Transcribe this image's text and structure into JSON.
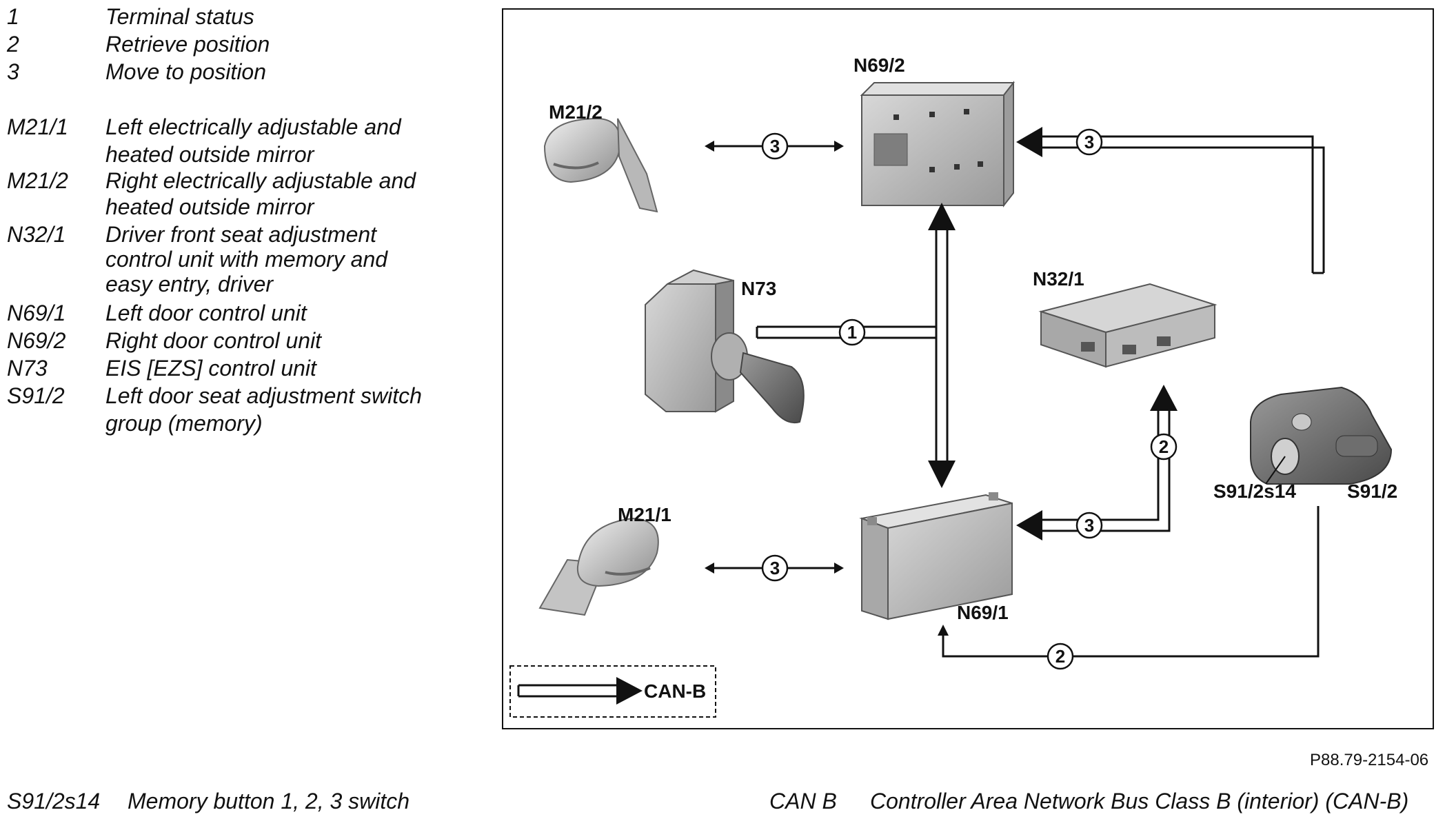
{
  "legend": [
    {
      "code": "1",
      "desc": [
        "Terminal status"
      ]
    },
    {
      "code": "2",
      "desc": [
        "Retrieve position"
      ]
    },
    {
      "code": "3",
      "desc": [
        "Move to position"
      ]
    },
    {
      "code": "M21/1",
      "desc": [
        "Left electrically adjustable and",
        "heated outside mirror"
      ]
    },
    {
      "code": "M21/2",
      "desc": [
        "Right electrically adjustable and",
        "heated outside mirror"
      ]
    },
    {
      "code": "N32/1",
      "desc": [
        "Driver front seat adjustment",
        "control unit with memory and",
        "easy entry, driver"
      ]
    },
    {
      "code": "N69/1",
      "desc": [
        "Left door control unit"
      ]
    },
    {
      "code": "N69/2",
      "desc": [
        "Right door control unit"
      ]
    },
    {
      "code": "N73",
      "desc": [
        "EIS [EZS] control unit"
      ]
    },
    {
      "code": "S91/2",
      "desc": [
        "Left door seat adjustment switch",
        "group (memory)"
      ]
    }
  ],
  "diagram": {
    "labels": {
      "m21_2": "M21/2",
      "n69_2": "N69/2",
      "n73": "N73",
      "n32_1": "N32/1",
      "m21_1": "M21/1",
      "n69_1": "N69/1",
      "s91_2s14": "S91/2s14",
      "s91_2": "S91/2"
    },
    "markers": {
      "terminal": "1",
      "retrieve": "2",
      "move": "3"
    },
    "key_label": "CAN-B"
  },
  "figure_ref": "P88.79-2154-06",
  "bottom_notes": [
    {
      "code": "S91/2s14",
      "desc": "Memory button 1, 2, 3 switch"
    },
    {
      "code": "CAN B",
      "desc": "Controller Area Network Bus Class B (interior) (CAN-B)"
    }
  ]
}
